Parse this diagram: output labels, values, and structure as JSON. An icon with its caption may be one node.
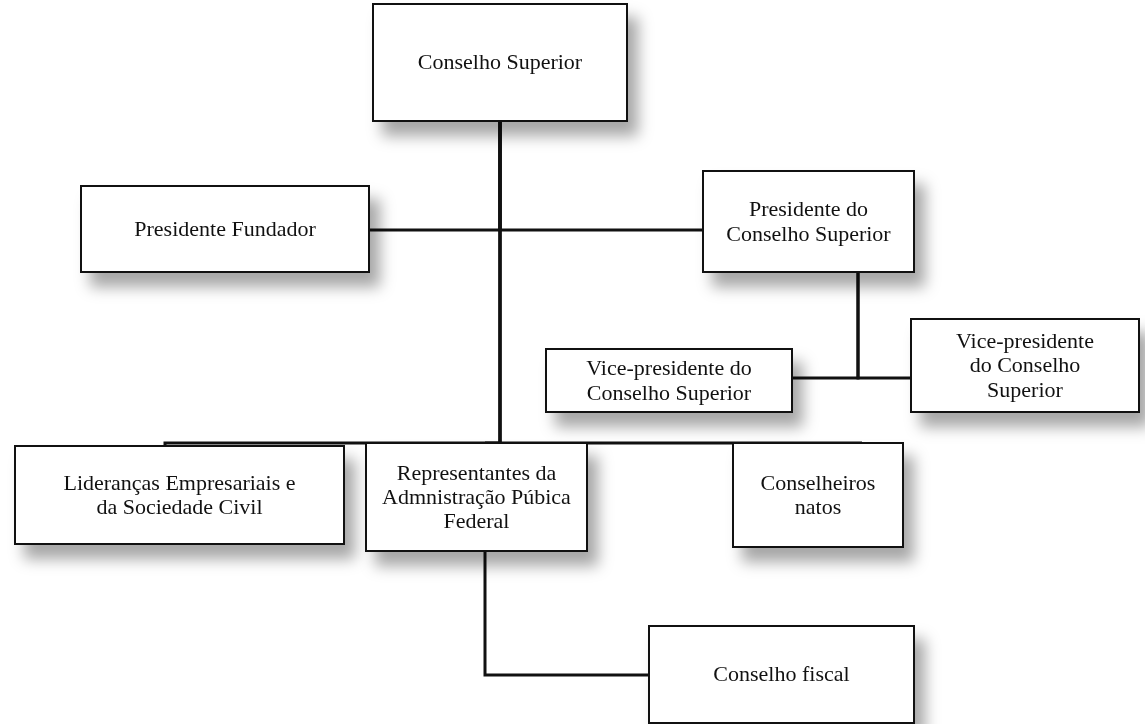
{
  "diagram": {
    "nodes": [
      {
        "text": [
          "Conselho Superior"
        ]
      },
      {
        "text": [
          "Presidente Fundador"
        ]
      },
      {
        "text": [
          "Presidente do Conselho Superior"
        ]
      },
      {
        "text": [
          "Vice-presidente do Conselho Superior"
        ]
      },
      {
        "text": [
          "Vice-presidente do Conselho Superior"
        ]
      },
      {
        "text": [
          "Lideranças Empresariais e da Sociedade Civil"
        ]
      },
      {
        "text": [
          "Representantes da Admnistração Púbica Federal"
        ]
      },
      {
        "text": [
          "Conselheiros natos"
        ]
      },
      {
        "text": [
          "Conselho fiscal"
        ]
      }
    ],
    "edges": [
      {
        "from": 0,
        "to": 1,
        "arrow": "none"
      },
      {
        "from": 0,
        "to": 2,
        "arrow": "none"
      },
      {
        "from": 2,
        "to": 3,
        "arrow": "none"
      },
      {
        "from": 2,
        "to": 4,
        "arrow": "none"
      },
      {
        "from": 0,
        "to": 5,
        "arrow": "none"
      },
      {
        "from": 0,
        "to": 6,
        "arrow": "none"
      },
      {
        "from": 0,
        "to": 7,
        "arrow": "none"
      },
      {
        "from": 6,
        "to": 8,
        "arrow": "none"
      }
    ]
  }
}
